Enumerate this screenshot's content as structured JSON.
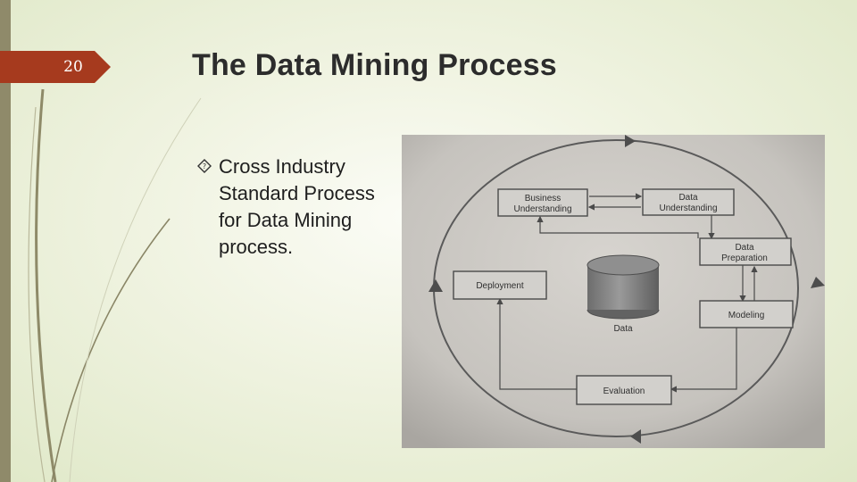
{
  "slide": {
    "number": "20",
    "title": "The Data Mining Process",
    "bullets": [
      {
        "text": "Cross Industry Standard Process for Data Mining process."
      }
    ],
    "colors": {
      "accent": "#a63a1e",
      "side_bar": "#8f8a6a",
      "text": "#2c2c2c"
    }
  },
  "diagram": {
    "boxes": {
      "business_understanding": [
        "Business",
        "Understanding"
      ],
      "data_understanding": [
        "Data",
        "Understanding"
      ],
      "data_preparation": [
        "Data",
        "Preparation"
      ],
      "deployment": "Deployment",
      "modeling": "Modeling",
      "evaluation": "Evaluation"
    },
    "data_store": "Data"
  }
}
